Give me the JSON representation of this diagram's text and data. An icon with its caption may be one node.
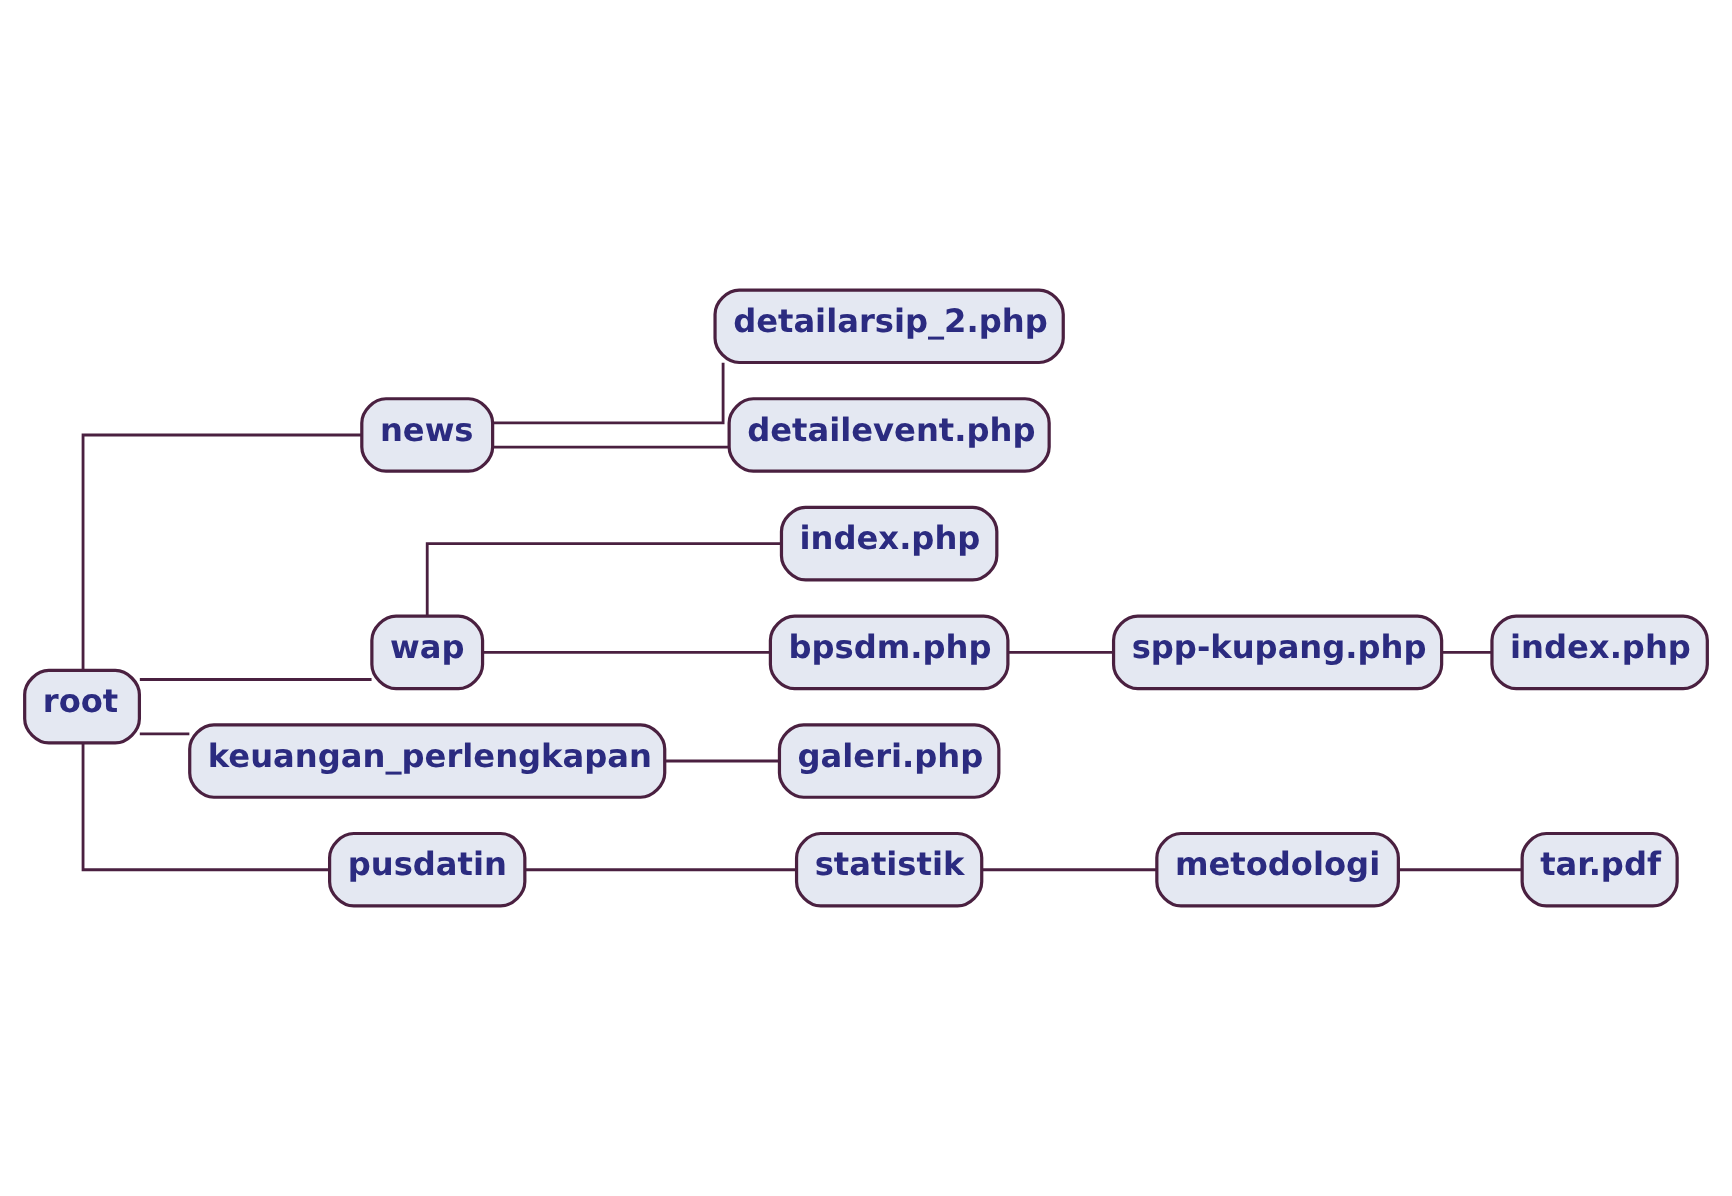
{
  "diagram": {
    "nodes": [
      {
        "text": [
          "root"
        ]
      },
      {
        "text": [
          "news"
        ]
      },
      {
        "text": [
          "detailarsip_2.php"
        ]
      },
      {
        "text": [
          "detailevent.php"
        ]
      },
      {
        "text": [
          "wap"
        ]
      },
      {
        "text": [
          "index.php"
        ]
      },
      {
        "text": [
          "bpsdm.php"
        ]
      },
      {
        "text": [
          "spp-kupang.php"
        ]
      },
      {
        "text": [
          "index.php"
        ]
      },
      {
        "text": [
          "keuangan_perlengkapan"
        ]
      },
      {
        "text": [
          "galeri.php"
        ]
      },
      {
        "text": [
          "pusdatin"
        ]
      },
      {
        "text": [
          "statistik"
        ]
      },
      {
        "text": [
          "metodologi"
        ]
      },
      {
        "text": [
          "tar.pdf"
        ]
      }
    ],
    "edges": [
      {
        "from": 0,
        "to": 1,
        "arrow": "none"
      },
      {
        "from": 1,
        "to": 2,
        "arrow": "none"
      },
      {
        "from": 1,
        "to": 3,
        "arrow": "none"
      },
      {
        "from": 0,
        "to": 4,
        "arrow": "none"
      },
      {
        "from": 4,
        "to": 5,
        "arrow": "none"
      },
      {
        "from": 4,
        "to": 6,
        "arrow": "none"
      },
      {
        "from": 6,
        "to": 7,
        "arrow": "none"
      },
      {
        "from": 7,
        "to": 8,
        "arrow": "none"
      },
      {
        "from": 0,
        "to": 9,
        "arrow": "none"
      },
      {
        "from": 9,
        "to": 10,
        "arrow": "none"
      },
      {
        "from": 0,
        "to": 11,
        "arrow": "none"
      },
      {
        "from": 11,
        "to": 12,
        "arrow": "none"
      },
      {
        "from": 12,
        "to": 13,
        "arrow": "none"
      },
      {
        "from": 13,
        "to": 14,
        "arrow": "none"
      }
    ]
  }
}
